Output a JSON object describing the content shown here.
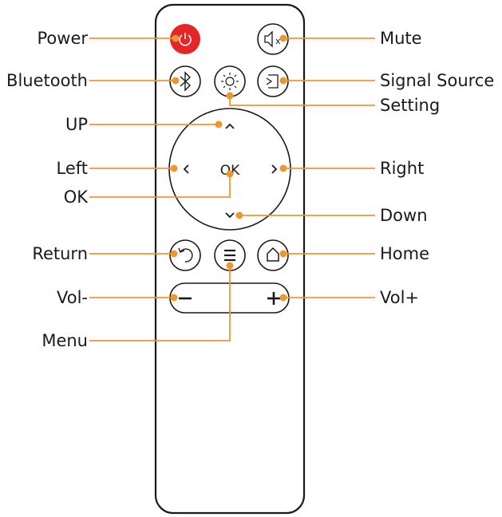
{
  "labels": {
    "power": "Power",
    "bluetooth": "Bluetooth",
    "up": "UP",
    "left": "Left",
    "ok": "OK",
    "return": "Return",
    "vol_minus": "Vol-",
    "menu": "Menu",
    "mute": "Mute",
    "signal_source": "Signal Source",
    "setting": "Setting",
    "right": "Right",
    "down": "Down",
    "home": "Home",
    "vol_plus": "Vol+"
  },
  "keys": {
    "ok_text": "OK",
    "up_glyph": "^",
    "left_glyph": "<",
    "right_glyph": ">",
    "down_glyph": "v",
    "minus_glyph": "−",
    "plus_glyph": "+",
    "mute_glyph": "x"
  },
  "colors": {
    "accent": "#f0962e",
    "power_red": "#e52526",
    "outline": "#1a1a1a"
  }
}
